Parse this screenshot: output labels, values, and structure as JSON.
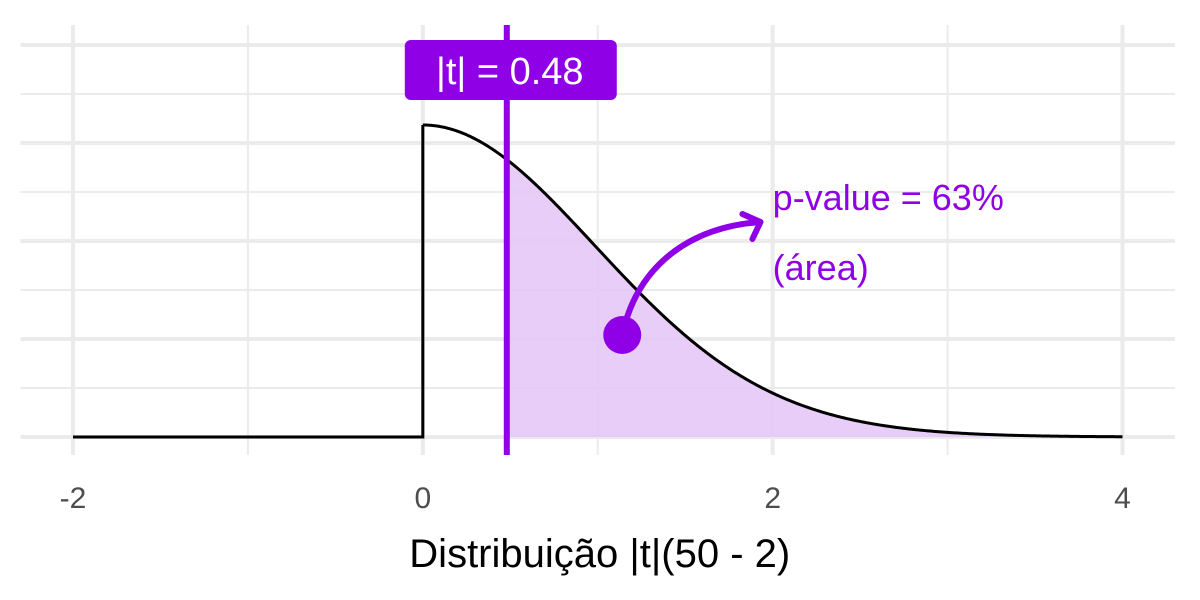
{
  "chart_data": {
    "type": "area",
    "xlabel": "Distribuição |t|(50 - 2)",
    "ylabel": "",
    "xlim": [
      -2.2,
      4.3
    ],
    "ylim": [
      0,
      1.0
    ],
    "x_ticks": [
      -2,
      0,
      2,
      4
    ],
    "x_tick_labels": [
      "-2",
      "0",
      "2",
      "4"
    ],
    "grid": true,
    "density": {
      "distribution": "|t|",
      "df": 48,
      "x_from": -2,
      "x_to": 4,
      "support_start": 0
    },
    "observed_t": 0.48,
    "label_text": "|t| = 0.48",
    "annotation_lines": [
      "p-value = 63%",
      "(área)"
    ],
    "p_value_percent": 63,
    "colors": {
      "accent": "#8f00e6",
      "fill": "#e4c8f6",
      "curve": "#000000",
      "grid": "#ebebeb",
      "tick_text": "#4d4d4d"
    }
  }
}
